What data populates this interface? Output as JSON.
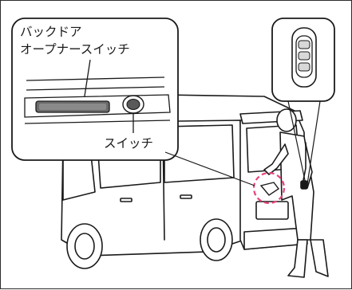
{
  "callout_left": {
    "line1": "バックドア",
    "line2": "オープナースイッチ",
    "label_bottom": "スイッチ"
  },
  "colors": {
    "line": "#1a1a1a",
    "highlight": "#e8447a",
    "panel_bg": "#ffffff",
    "car_fill": "#ffffff"
  },
  "icons": {
    "smart_key": "smart-key-icon",
    "person": "person-figure",
    "vehicle": "minivan-rear-illustration"
  }
}
